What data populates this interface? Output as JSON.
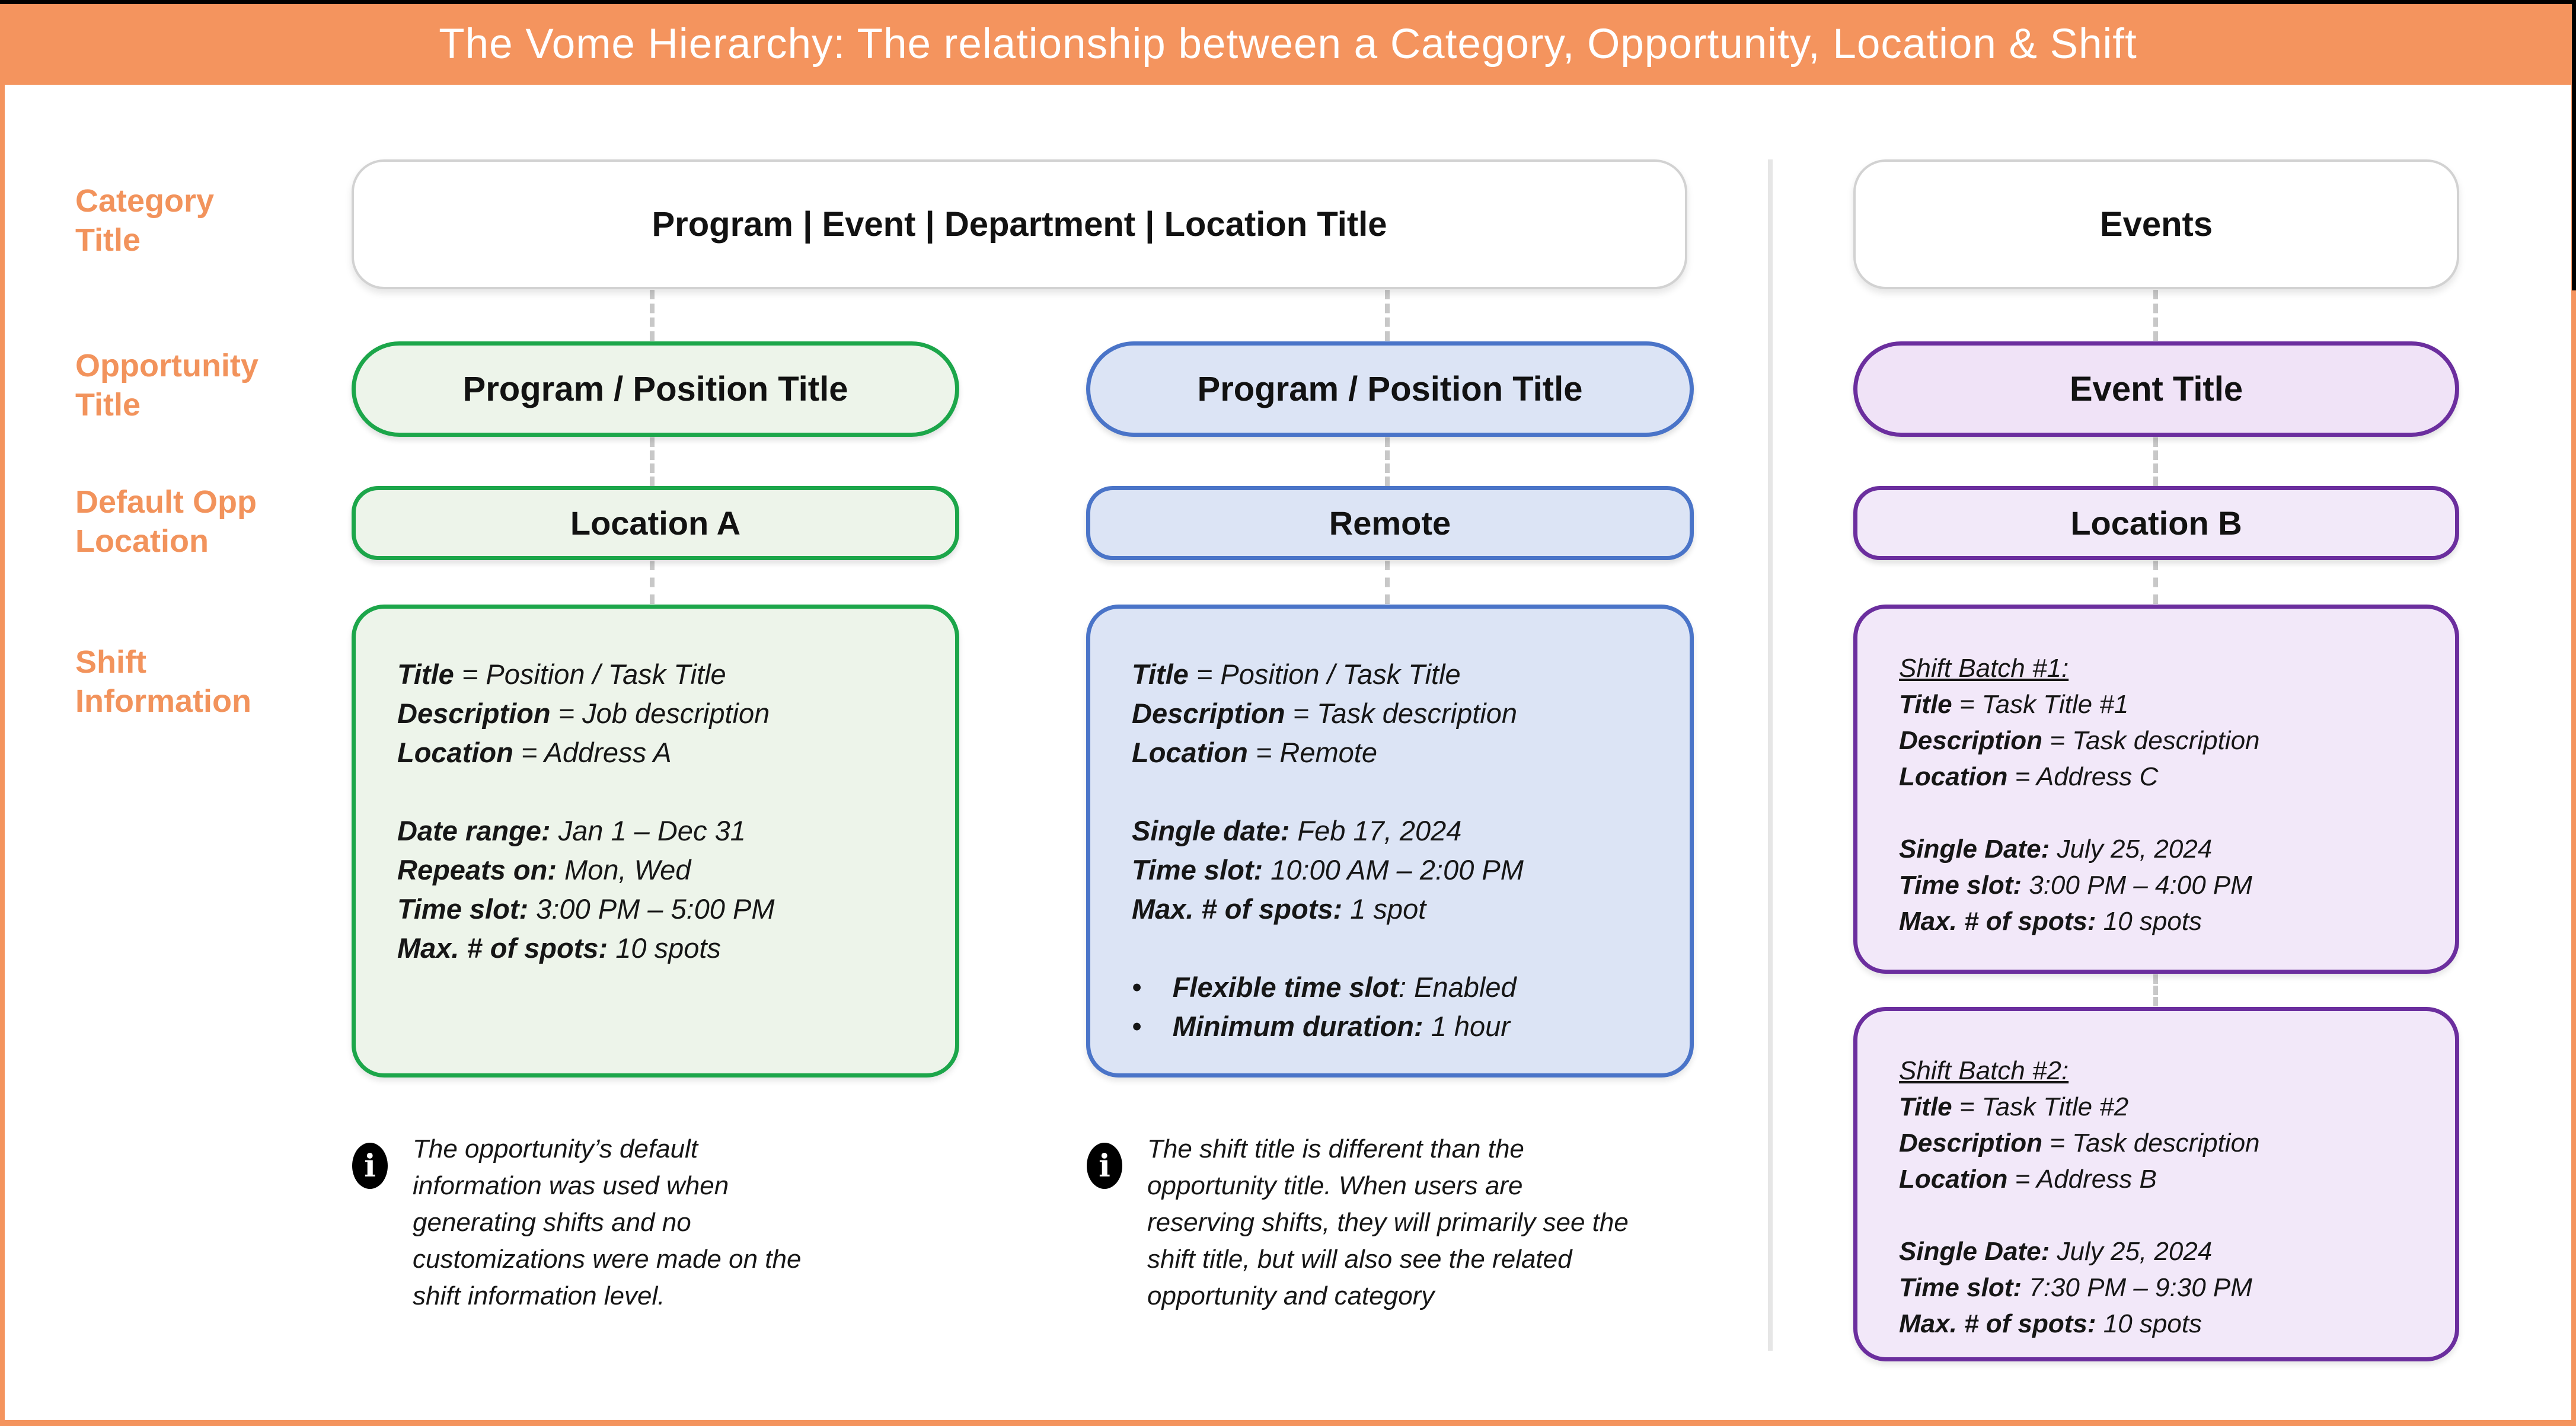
{
  "header": {
    "title": "The Vome Hierarchy: The relationship between a Category, Opportunity, Location & Shift"
  },
  "row_labels": {
    "category": "Category\nTitle",
    "opportunity": "Opportunity\nTitle",
    "location": "Default Opp\nLocation",
    "shift": "Shift\nInformation"
  },
  "category_row": {
    "main": "Program | Event | Department | Location Title",
    "events": "Events"
  },
  "icons": {
    "info_glyph": "i"
  },
  "colors": {
    "accent_orange": "#F4945E",
    "green_border": "#1CA64A",
    "green_fill": "#EDF4EA",
    "blue_border": "#4A74C8",
    "blue_fill": "#DCE4F5",
    "purple_border": "#6B2E9E",
    "purple_fill": "#F2E8F9",
    "gray_border": "#D2D2D2",
    "dash_gray": "#C8C8C8"
  },
  "green": {
    "opportunity": "Program / Position Title",
    "location": "Location A",
    "shift_lines": [
      {
        "pre": "",
        "b": "Title",
        "t": " = Position / Task Title"
      },
      {
        "pre": "",
        "b": "Description",
        "t": " = Job description"
      },
      {
        "pre": "",
        "b": "Location",
        "t": " = Address A"
      },
      {
        "pre": "",
        "b": "",
        "t": ""
      },
      {
        "pre": "",
        "b": "Date range:",
        "t": " Jan 1 – Dec 31"
      },
      {
        "pre": "",
        "b": "Repeats on:",
        "t": " Mon, Wed"
      },
      {
        "pre": "",
        "b": "Time slot:",
        "t": " 3:00 PM – 5:00 PM"
      },
      {
        "pre": "",
        "b": "Max. # of spots:",
        "t": " 10 spots"
      }
    ],
    "note": "The opportunity’s default information was used when generating shifts and no customizations were made on the shift information level."
  },
  "blue": {
    "opportunity": "Program / Position Title",
    "location": "Remote",
    "shift_lines": [
      {
        "pre": "",
        "b": "Title",
        "t": " = Position / Task Title"
      },
      {
        "pre": "",
        "b": "Description",
        "t": " = Task description"
      },
      {
        "pre": "",
        "b": "Location",
        "t": " = Remote"
      },
      {
        "pre": "",
        "b": "",
        "t": ""
      },
      {
        "pre": "",
        "b": "Single date:",
        "t": " Feb 17, 2024"
      },
      {
        "pre": "",
        "b": "Time slot:",
        "t": " 10:00 AM – 2:00 PM"
      },
      {
        "pre": "",
        "b": "Max. # of spots:",
        "t": " 1 spot"
      },
      {
        "pre": "",
        "b": "",
        "t": ""
      },
      {
        "pre": "•    ",
        "b": "Flexible time slot",
        "t": ": Enabled"
      },
      {
        "pre": "•    ",
        "b": "Minimum duration:",
        "t": " 1 hour"
      }
    ],
    "note": "The shift title is different than the opportunity title. When users are reserving shifts, they will primarily see the shift title, but will also see the related opportunity and category"
  },
  "purple": {
    "opportunity": "Event Title",
    "location": "Location B",
    "batch1": {
      "heading": "Shift Batch #1:",
      "lines": [
        {
          "pre": "",
          "b": "Title",
          "t": " = Task Title #1"
        },
        {
          "pre": "",
          "b": "Description",
          "t": " = Task description"
        },
        {
          "pre": "",
          "b": "Location",
          "t": " = Address C"
        },
        {
          "pre": "",
          "b": "",
          "t": ""
        },
        {
          "pre": "",
          "b": "Single Date:",
          "t": " July 25, 2024"
        },
        {
          "pre": "",
          "b": "Time slot:",
          "t": " 3:00 PM – 4:00 PM"
        },
        {
          "pre": "",
          "b": "Max. # of spots:",
          "t": " 10 spots"
        }
      ]
    },
    "batch2": {
      "heading": "Shift Batch #2:",
      "lines": [
        {
          "pre": "",
          "b": "Title",
          "t": " = Task Title #2"
        },
        {
          "pre": "",
          "b": "Description",
          "t": " = Task description"
        },
        {
          "pre": "",
          "b": "Location",
          "t": " = Address B"
        },
        {
          "pre": "",
          "b": "",
          "t": ""
        },
        {
          "pre": "",
          "b": "Single Date:",
          "t": " July 25, 2024"
        },
        {
          "pre": "",
          "b": "Time slot:",
          "t": " 7:30 PM – 9:30 PM"
        },
        {
          "pre": "",
          "b": "Max. # of spots:",
          "t": " 10 spots"
        }
      ]
    }
  }
}
